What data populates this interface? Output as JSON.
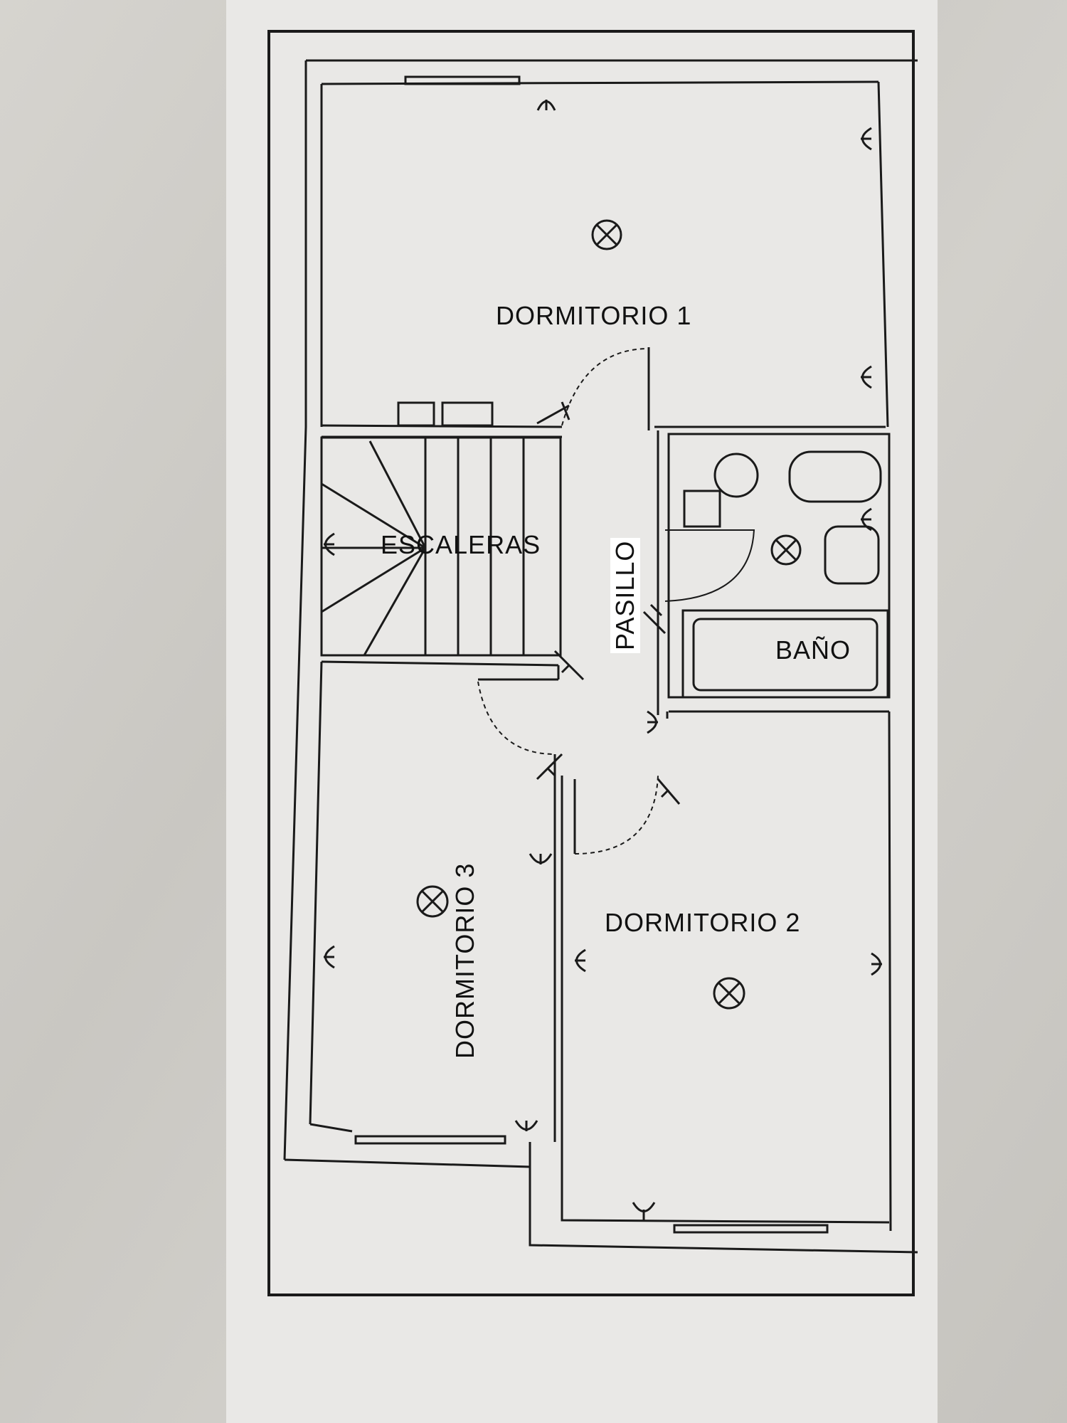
{
  "rooms": {
    "dormitorio_1": "DORMITORIO 1",
    "dormitorio_2": "DORMITORIO 2",
    "dormitorio_3": "DORMITORIO 3",
    "escaleras": "ESCALERAS",
    "pasillo": "PASILLO",
    "bano": "BAÑO"
  },
  "colors": {
    "ink": "#1a1a1a",
    "paper": "#e9e8e6",
    "floor": "#cfcdc8"
  }
}
